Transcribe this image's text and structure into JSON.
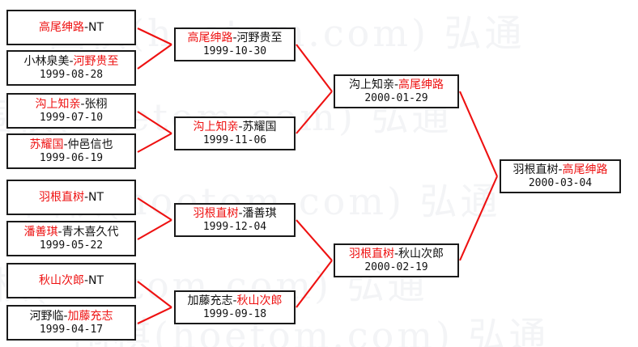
{
  "watermark": {
    "text": "围棋(hoetom.com)  弘通",
    "color": "#f3f4f6",
    "rows": [
      "围棋(hoetom.com)  弘通",
      "围棋(hoetom.com)  弘通",
      "围棋(hoetom.com)  弘通",
      "围棋(hoetom.com)  弘通",
      "围棋(hoetom.com)  弘通"
    ]
  },
  "colors": {
    "winner": "#ee1111",
    "loser": "#111111",
    "connector": "#ee1111",
    "box_border": "#1a1a1a",
    "background": "#ffffff"
  },
  "bracket": {
    "round1": [
      {
        "left": "高尾绅路",
        "right": "NT",
        "left_is_winner": true,
        "right_is_winner": false,
        "date": ""
      },
      {
        "left": "小林泉美",
        "right": "河野贵至",
        "left_is_winner": false,
        "right_is_winner": true,
        "date": "1999-08-28"
      },
      {
        "left": "沟上知亲",
        "right": "张栩",
        "left_is_winner": true,
        "right_is_winner": false,
        "date": "1999-07-10"
      },
      {
        "left": "苏耀国",
        "right": "仲邑信也",
        "left_is_winner": true,
        "right_is_winner": false,
        "date": "1999-06-19"
      },
      {
        "left": "羽根直树",
        "right": "NT",
        "left_is_winner": true,
        "right_is_winner": false,
        "date": ""
      },
      {
        "left": "潘善琪",
        "right": "青木喜久代",
        "left_is_winner": true,
        "right_is_winner": false,
        "date": "1999-05-22"
      },
      {
        "left": "秋山次郎",
        "right": "NT",
        "left_is_winner": true,
        "right_is_winner": false,
        "date": ""
      },
      {
        "left": "河野临",
        "right": "加藤充志",
        "left_is_winner": false,
        "right_is_winner": true,
        "date": "1999-04-17"
      }
    ],
    "round2": [
      {
        "left": "高尾绅路",
        "right": "河野贵至",
        "left_is_winner": true,
        "right_is_winner": false,
        "date": "1999-10-30"
      },
      {
        "left": "沟上知亲",
        "right": "苏耀国",
        "left_is_winner": true,
        "right_is_winner": false,
        "date": "1999-11-06"
      },
      {
        "left": "羽根直树",
        "right": "潘善琪",
        "left_is_winner": true,
        "right_is_winner": false,
        "date": "1999-12-04"
      },
      {
        "left": "加藤充志",
        "right": "秋山次郎",
        "left_is_winner": false,
        "right_is_winner": true,
        "date": "1999-09-18"
      }
    ],
    "round3": [
      {
        "left": "沟上知亲",
        "right": "高尾绅路",
        "left_is_winner": false,
        "right_is_winner": true,
        "date": "2000-01-29"
      },
      {
        "left": "羽根直树",
        "right": "秋山次郎",
        "left_is_winner": true,
        "right_is_winner": false,
        "date": "2000-02-19"
      }
    ],
    "round4": [
      {
        "left": "羽根直树",
        "right": "高尾绅路",
        "left_is_winner": false,
        "right_is_winner": true,
        "date": "2000-03-04"
      }
    ]
  }
}
